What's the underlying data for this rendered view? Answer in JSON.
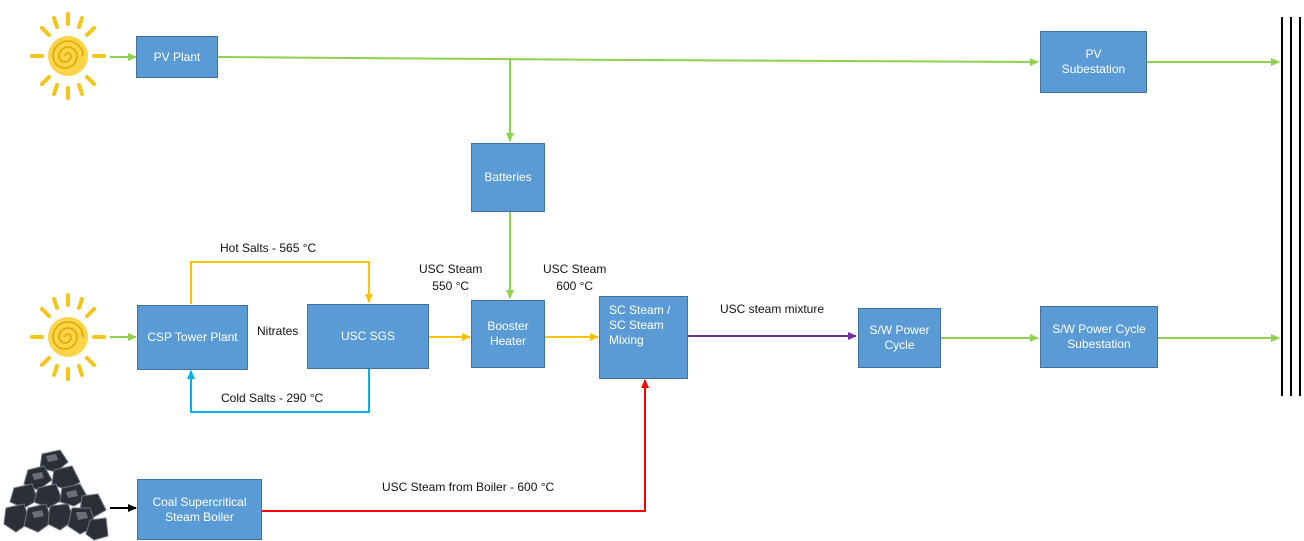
{
  "boxes": {
    "pv_plant": "PV Plant",
    "pv_substation": "PV\nSubestation",
    "batteries": "Batteries",
    "csp_tower_plant": "CSP Tower Plant",
    "usc_sgs": "USC SGS",
    "booster_heater": "Booster\nHeater",
    "sc_steam_mixing": "SC Steam /\nSC Steam\nMixing",
    "sw_power_cycle": "S/W Power\nCycle",
    "sw_power_cycle_substation": "S/W Power Cycle\nSubestation",
    "coal_boiler": "Coal Supercritical\nSteam Boiler"
  },
  "labels": {
    "hot_salts": "Hot Salts  - 565 °C",
    "cold_salts": "Cold Salts  - 290 °C",
    "nitrates": "Nitrates",
    "usc_steam_550": "USC Steam\n550 °C",
    "usc_steam_600": "USC Steam\n600 °C",
    "usc_steam_mixture": "USC steam mixture",
    "usc_steam_from_boiler": "USC Steam from Boiler -  600 °C"
  },
  "colors": {
    "electricity": "#8fd14f",
    "hot_salts": "#ffc000",
    "cold_salts": "#00b0f0",
    "steam": "#ffc000",
    "steam_mixture": "#7030a0",
    "boiler_steam": "#ff0000",
    "coal_feed": "#000000",
    "box_fill": "#5b9bd5",
    "grid_lines": "#000000"
  },
  "icons": {
    "sun_top": "sun-icon",
    "sun_middle": "sun-icon",
    "coal": "coal-pile-icon",
    "grid": "power-grid-bus-icon"
  }
}
